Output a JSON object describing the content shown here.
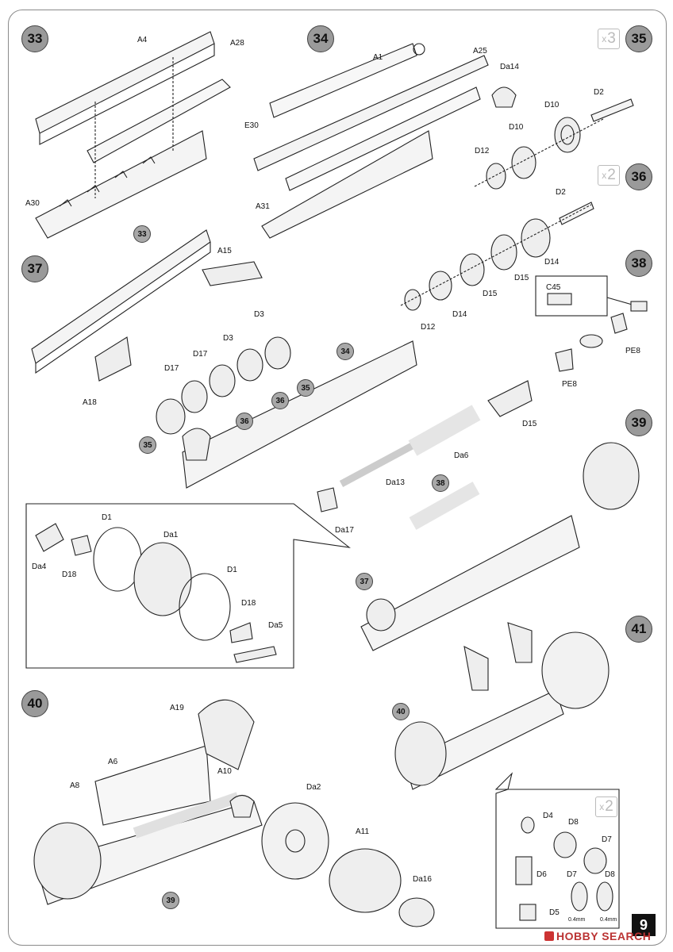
{
  "steps": {
    "s33": "33",
    "s34": "34",
    "s35": "35",
    "s36": "36",
    "s37": "37",
    "s38": "38",
    "s39": "39",
    "s40": "40",
    "s41": "41"
  },
  "multipliers": {
    "m35": "3",
    "m36": "2",
    "m41": "2",
    "prefix": "x"
  },
  "refs": {
    "r33": "33",
    "r34": "34",
    "r35a": "35",
    "r35b": "35",
    "r36a": "36",
    "r36b": "36",
    "r38": "38",
    "r37": "37",
    "r40": "40",
    "r39": "39"
  },
  "parts": {
    "A4": "A4",
    "A28": "A28",
    "A30": "A30",
    "A1": "A1",
    "A25": "A25",
    "Da14a": "Da14",
    "E30": "E30",
    "A31": "A31",
    "D2a": "D2",
    "D10a": "D10",
    "D10b": "D10",
    "D12a": "D12",
    "D2b": "D2",
    "D14a": "D14",
    "D15a": "D15",
    "D15b": "D15",
    "D14b": "D14",
    "D12b": "D12",
    "A15": "A15",
    "D3a": "D3",
    "D3b": "D3",
    "D17a": "D17",
    "D17b": "D17",
    "A18": "A18",
    "C45": "C45",
    "PE8a": "PE8",
    "PE8b": "PE8",
    "D15c": "D15",
    "Da6": "Da6",
    "Da13": "Da13",
    "Da17": "Da17",
    "D1a": "D1",
    "Da1": "Da1",
    "D1b": "D1",
    "Da4": "Da4",
    "D18a": "D18",
    "D18b": "D18",
    "Da5": "Da5",
    "A19": "A19",
    "A6": "A6",
    "A10": "A10",
    "A8": "A8",
    "Da2": "Da2",
    "A11": "A11",
    "Da16": "Da16",
    "D4": "D4",
    "D8a": "D8",
    "D7a": "D7",
    "D6": "D6",
    "D7b": "D7",
    "D8b": "D8",
    "D5": "D5",
    "gap1": "0.4mm",
    "gap2": "0.4mm"
  },
  "page_number": "9",
  "watermark": "HOBBY SEARCH"
}
